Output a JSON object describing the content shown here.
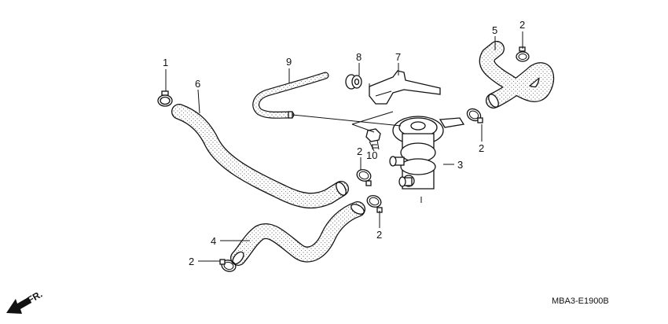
{
  "diagram": {
    "callouts": {
      "c1": "1",
      "c2a": "2",
      "c2b": "2",
      "c2c": "2",
      "c2d": "2",
      "c2e": "2",
      "c3": "3",
      "c4": "4",
      "c5": "5",
      "c6": "6",
      "c7": "7",
      "c8": "8",
      "c9": "9",
      "c10": "10"
    },
    "drawing_code": "MBA3-E1900B",
    "front_indicator": "FR."
  }
}
